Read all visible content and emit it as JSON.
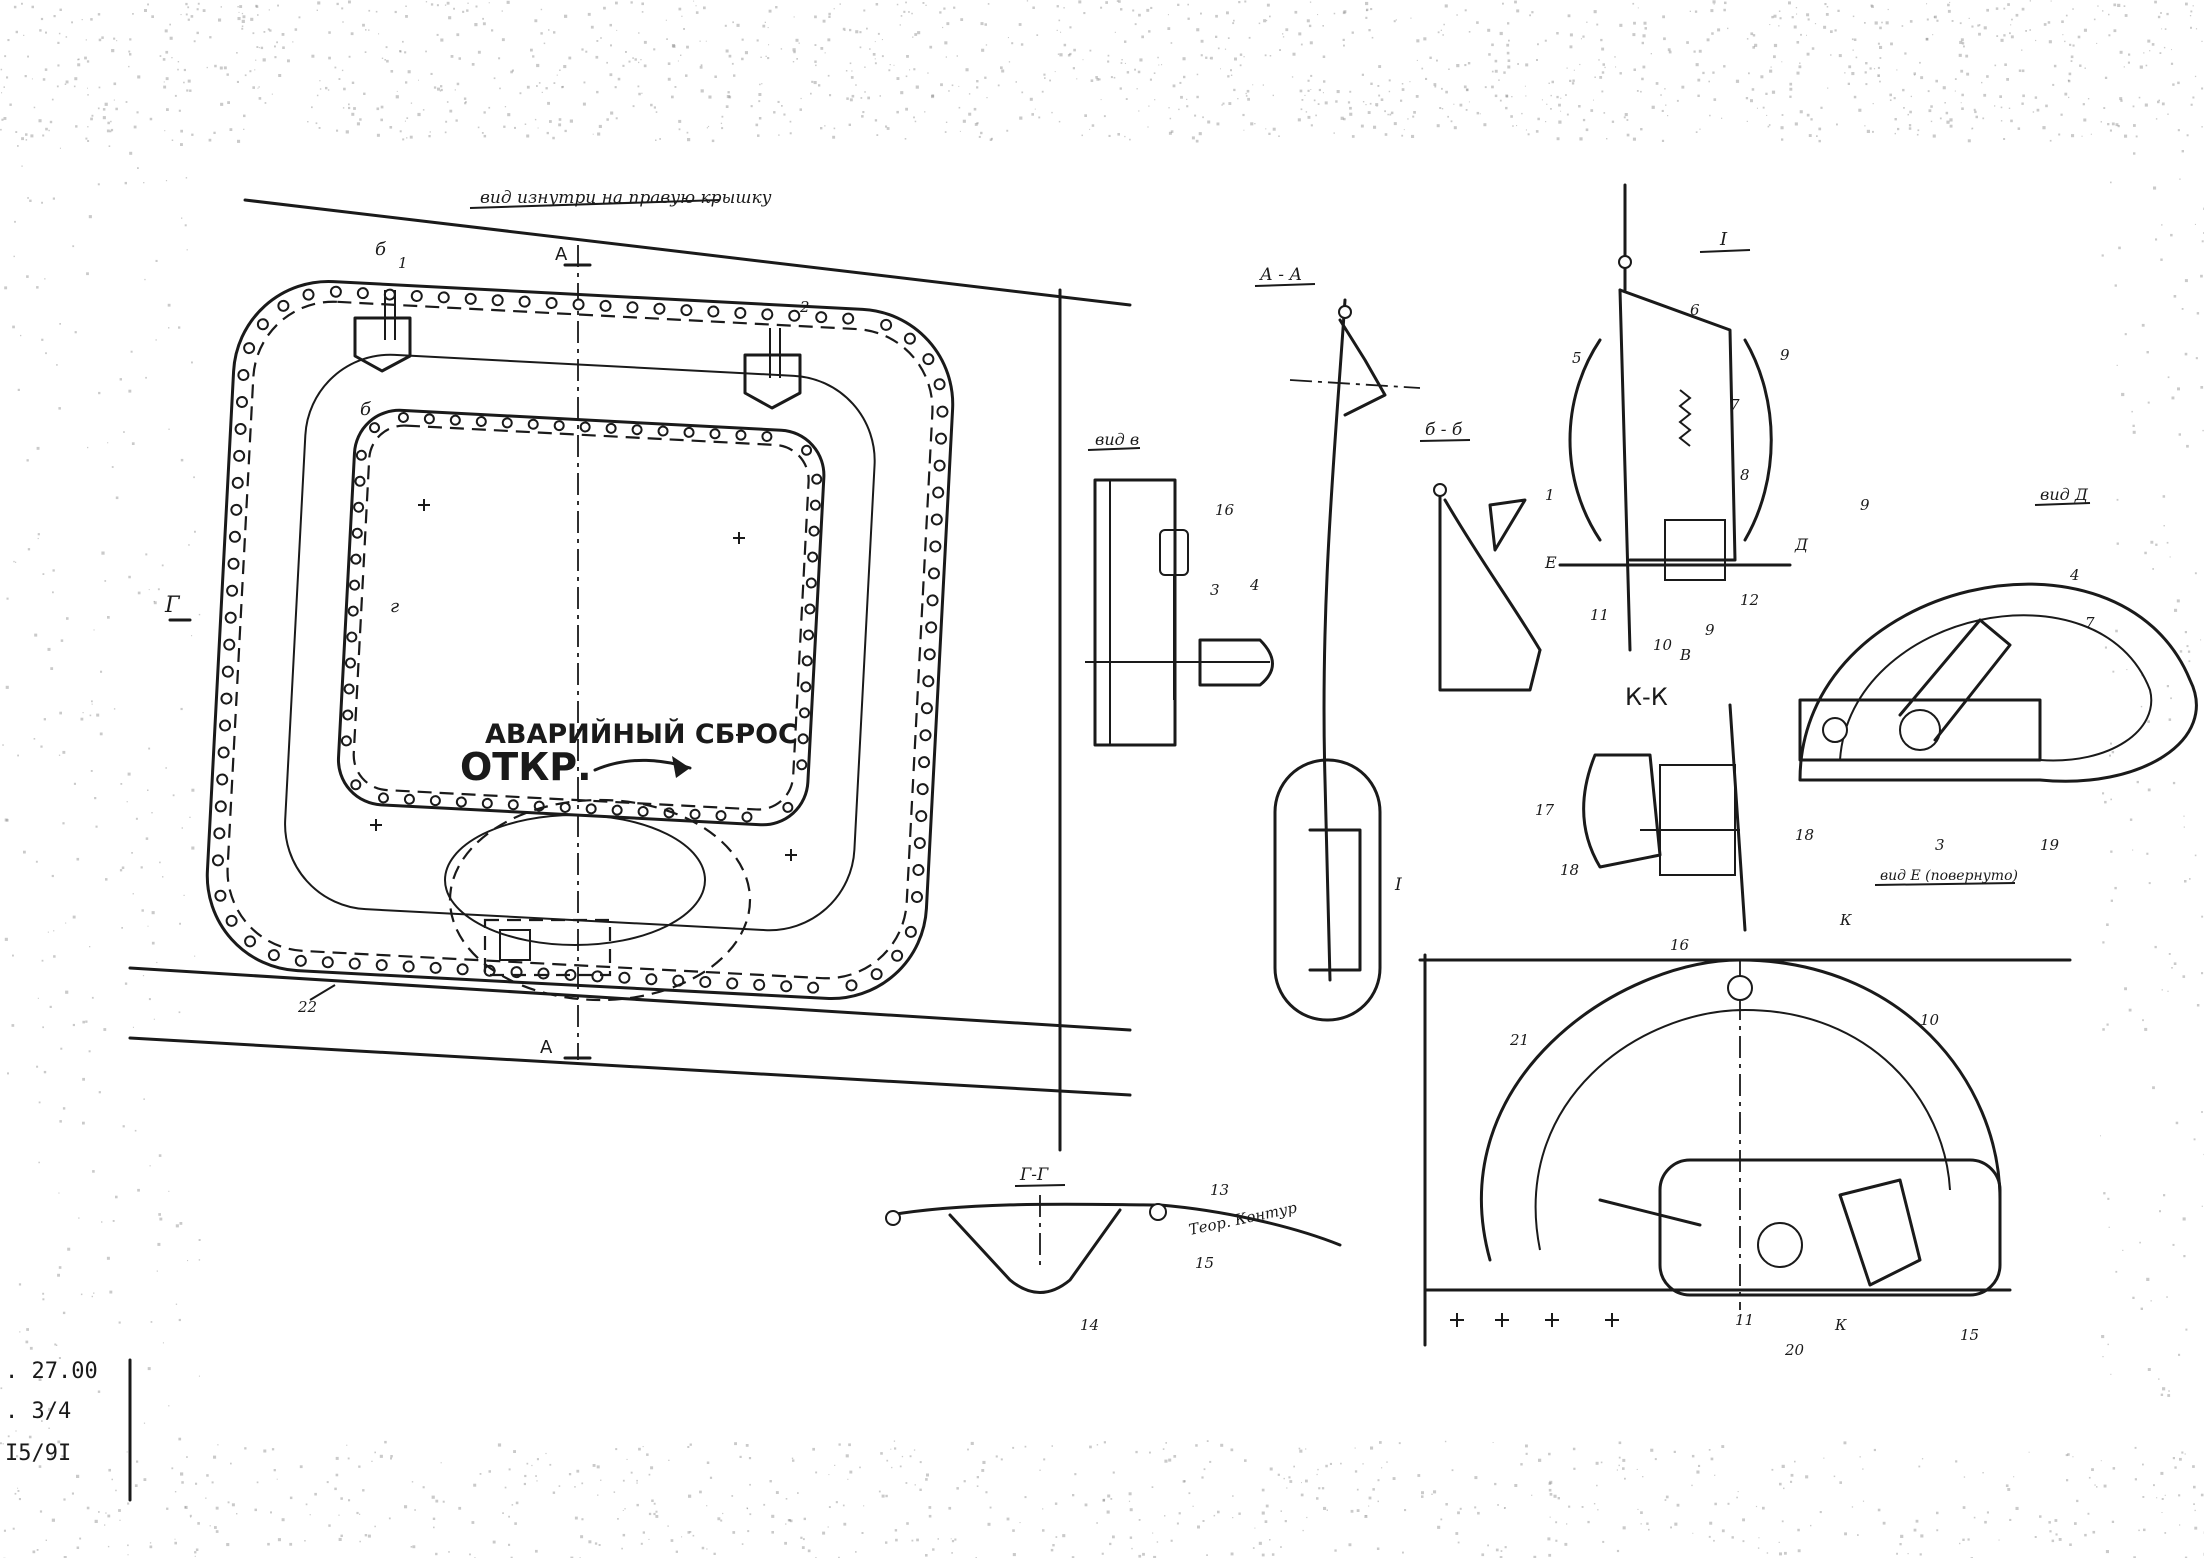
{
  "labels": {
    "main_view_title": "вид изнутри на правую крышку",
    "view_b_title": "вид в",
    "section_aa": "А - А",
    "section_bb": "б - б",
    "section_kk": "К-К",
    "section_gg": "Г-Г",
    "view_d_title": "вид Д",
    "view_e_title": "вид Е (повернуто)",
    "node_i": "I",
    "emergency_text": "АВАРИЙНЫЙ СБРОС",
    "open_text": "ОТКР.",
    "contour_text": "Теор. Контур",
    "mark_a": "А",
    "mark_b": "б",
    "mark_g": "Г",
    "mark_g_small": "г",
    "mark_k": "К",
    "mark_e": "Е",
    "mark_d": "Д",
    "mark_v": "В",
    "mark_i_roman": "I"
  },
  "callouts": [
    "1",
    "2",
    "3",
    "4",
    "5",
    "6",
    "7",
    "8",
    "9",
    "10",
    "11",
    "12",
    "13",
    "14",
    "15",
    "16",
    "17",
    "18",
    "19",
    "20",
    "21",
    "22"
  ],
  "sheet_codes": {
    "line1": ". 27.00",
    "line2": ". 3/4",
    "line3": "I5/9I"
  }
}
